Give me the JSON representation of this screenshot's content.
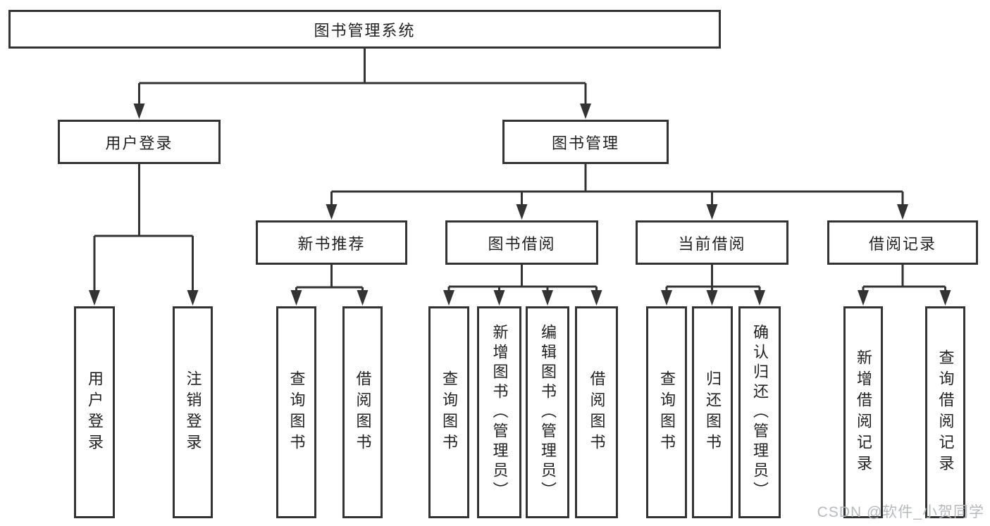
{
  "tree": {
    "root": "图书管理系统",
    "user_login": {
      "label": "用户登录",
      "children": [
        "用户登录",
        "注销登录"
      ]
    },
    "book_mgmt": {
      "label": "图书管理",
      "sections": [
        {
          "label": "新书推荐",
          "children": [
            "查询图书",
            "借阅图书"
          ]
        },
        {
          "label": "图书借阅",
          "children": [
            "查询图书",
            "新增图书（管理员）",
            "编辑图书（管理员）",
            "借阅图书"
          ]
        },
        {
          "label": "当前借阅",
          "children": [
            "查询图书",
            "归还图书",
            "确认归还（管理员）"
          ]
        },
        {
          "label": "借阅记录",
          "children": [
            "新增借阅记录",
            "查询借阅记录"
          ]
        }
      ]
    }
  },
  "watermark": {
    "text": "CSDN @软件_小贺同学"
  },
  "colors": {
    "line": "#333333",
    "border": "#333333",
    "text": "#222222",
    "background": "#ffffff",
    "watermark": "#b2b5ba"
  }
}
